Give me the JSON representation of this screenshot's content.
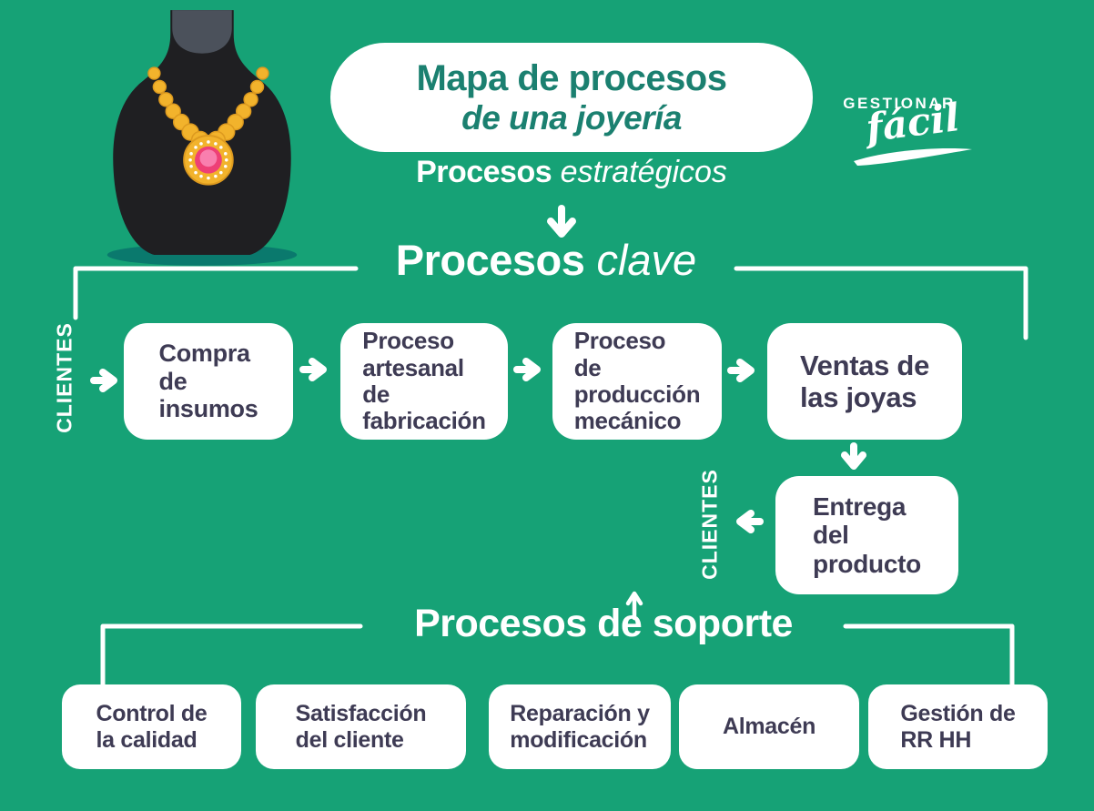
{
  "colors": {
    "bg": "#16A276",
    "teal": "#1B8070",
    "navy": "#3E3B54",
    "gold": "#F2B32C",
    "gold_dark": "#DD9A1F",
    "pink": "#EE4076",
    "pink_light": "#F97FAE",
    "shadow_teal": "#0A796D",
    "bust_black": "#1F1F22",
    "neck_gray": "#4B515B",
    "white": "#FFFFFF"
  },
  "title": {
    "line1": "Mapa de procesos",
    "line2": "de una joyería"
  },
  "logo": {
    "name": "GESTIONAR",
    "tagline": "fácil"
  },
  "headings": {
    "strategic_bold": "Procesos",
    "strategic_italic": "estratégicos",
    "key_bold": "Procesos",
    "key_italic": "clave",
    "support": "Procesos de soporte"
  },
  "clientes": {
    "left": "CLIENTES",
    "right": "CLIENTES"
  },
  "key_processes": [
    {
      "label": "Compra\nde\ninsumos"
    },
    {
      "label": "Proceso\nartesanal\nde\nfabricación"
    },
    {
      "label": "Proceso\nde\nproducción\nmecánico"
    },
    {
      "label": "Ventas de\nlas joyas"
    }
  ],
  "delivery": {
    "label": "Entrega\ndel\nproducto"
  },
  "support_processes": [
    {
      "label": "Control de\nla calidad"
    },
    {
      "label": "Satisfacción\ndel cliente"
    },
    {
      "label": "Reparación y\nmodificación"
    },
    {
      "label": "Almacén"
    },
    {
      "label": "Gestión de\nRR HH"
    }
  ]
}
